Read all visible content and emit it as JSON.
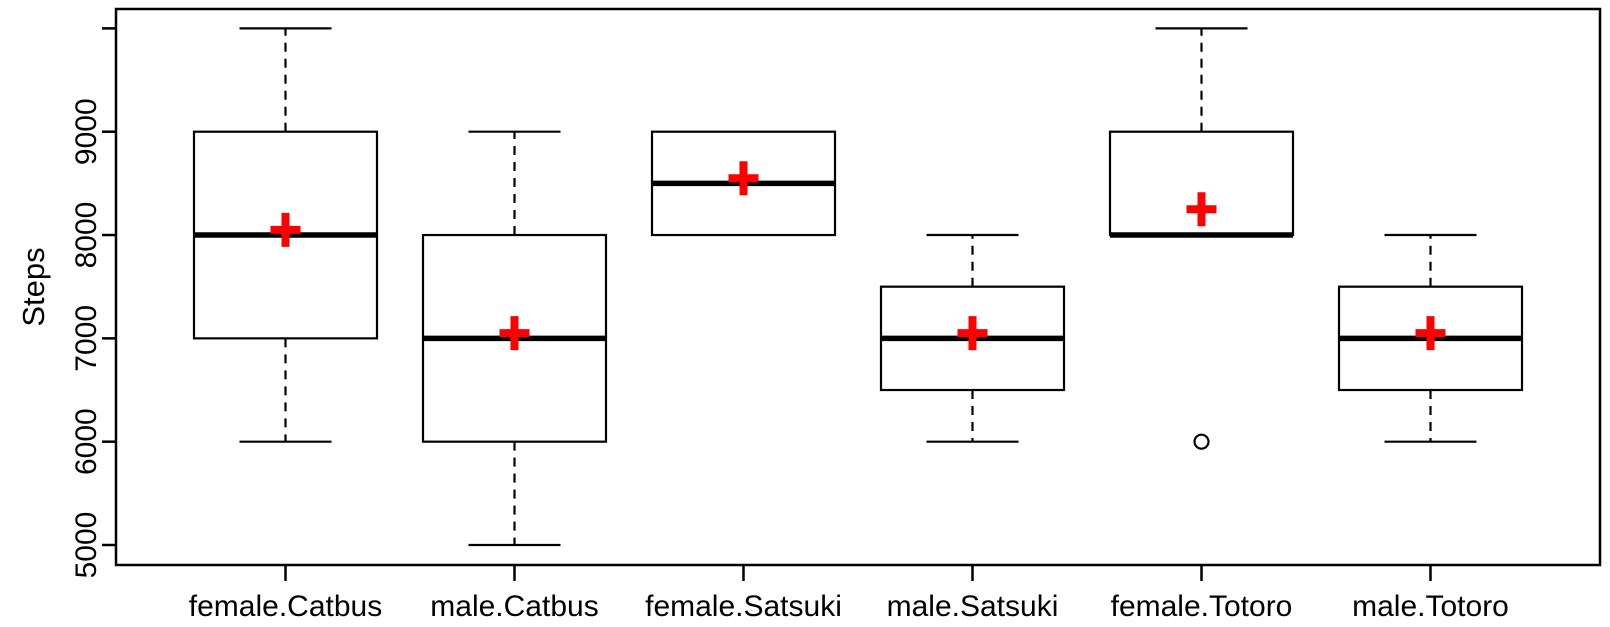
{
  "chart_data": {
    "type": "boxplot",
    "title": "",
    "xlabel": "",
    "ylabel": "Steps",
    "background_color": "#ffffff",
    "line_color": "#000000",
    "mean_marker": {
      "symbol": "plus",
      "color": "#ff0000"
    },
    "outlier_marker": {
      "symbol": "open-circle",
      "color": "#000000"
    },
    "grid": false,
    "legend": "none",
    "y_axis": {
      "range": [
        4800,
        10200
      ],
      "labeled_ticks": [
        5000,
        6000,
        7000,
        8000,
        9000
      ],
      "unlabeled_ticks": [
        10000
      ]
    },
    "categories": [
      "female.Catbus",
      "male.Catbus",
      "female.Satsuki",
      "male.Satsuki",
      "female.Totoro",
      "male.Totoro"
    ],
    "groups": [
      {
        "label": "female.Catbus",
        "whisker_low": 6000,
        "q1": 7000,
        "median": 8000,
        "q3": 9000,
        "whisker_high": 10000,
        "mean": 8050,
        "outliers": []
      },
      {
        "label": "male.Catbus",
        "whisker_low": 5000,
        "q1": 6000,
        "median": 7000,
        "q3": 8000,
        "whisker_high": 9000,
        "mean": 7050,
        "outliers": []
      },
      {
        "label": "female.Satsuki",
        "whisker_low": 8000,
        "q1": 8000,
        "median": 8500,
        "q3": 9000,
        "whisker_high": 9000,
        "mean": 8550,
        "outliers": []
      },
      {
        "label": "male.Satsuki",
        "whisker_low": 6000,
        "q1": 6500,
        "median": 7000,
        "q3": 7500,
        "whisker_high": 8000,
        "mean": 7050,
        "outliers": []
      },
      {
        "label": "female.Totoro",
        "whisker_low": 8000,
        "q1": 8000,
        "median": 8000,
        "q3": 9000,
        "whisker_high": 10000,
        "mean": 8250,
        "outliers": [
          6000
        ]
      },
      {
        "label": "male.Totoro",
        "whisker_low": 6000,
        "q1": 6500,
        "median": 7000,
        "q3": 7500,
        "whisker_high": 8000,
        "mean": 7050,
        "outliers": []
      }
    ]
  }
}
